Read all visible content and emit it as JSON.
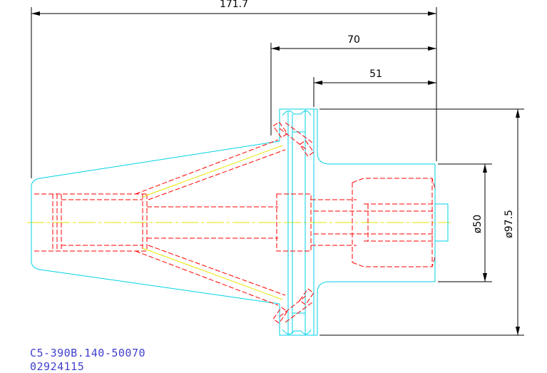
{
  "dimensions": {
    "overall_length": "171.7",
    "flange_to_end": "70",
    "shank_length": "51",
    "bore_diameter": "ø50",
    "flange_diameter": "ø97.5"
  },
  "part_info": {
    "part_number": "C5-390B.140-50070",
    "drawing_number": "02924115"
  },
  "colors": {
    "outline": "#00d2e6",
    "hidden": "#ff0000",
    "centerline": "#e6e600",
    "dimension": "#000000",
    "text_info": "#4040cc"
  }
}
